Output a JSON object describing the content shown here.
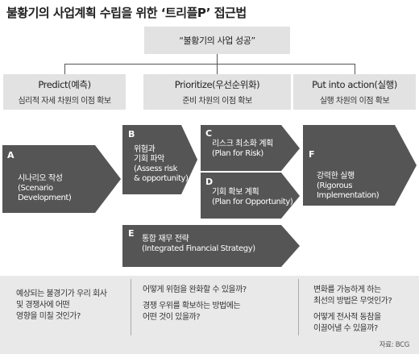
{
  "title": "불황기의 사업계획 수립을 위한 ‘트리플P’ 접근법",
  "top_box": "“불황기의 사업 성공”",
  "columns": [
    {
      "title": "Predict(예측)",
      "subtitle": "심리적 자세 차원의 이점 확보"
    },
    {
      "title": "Prioritize(우선순위화)",
      "subtitle": "준비 차원의 이점 확보"
    },
    {
      "title": "Put into action(실행)",
      "subtitle": "실행 차원의 이점 확보"
    }
  ],
  "boxes": {
    "A": {
      "letter": "A",
      "lines": [
        "시나리오 작성",
        "(Scenario",
        "Development)"
      ]
    },
    "B": {
      "letter": "B",
      "lines": [
        "위험과",
        "기회 파악",
        "(Assess risk",
        "& opportunity)"
      ]
    },
    "C": {
      "letter": "C",
      "lines": [
        "리스크 최소화 계획",
        "(Plan for Risk)"
      ]
    },
    "D": {
      "letter": "D",
      "lines": [
        "기회 확보 계획",
        "(Plan for Opportunity)"
      ]
    },
    "E": {
      "letter": "E",
      "lines": [
        "통합 재무 전략",
        "(Integrated Financial Strategy)"
      ]
    },
    "F": {
      "letter": "F",
      "lines": [
        "강력한 실행",
        "(Rigorous",
        "Implementation)"
      ]
    }
  },
  "questions": [
    [
      "예상되는 불경기가 우리 회사",
      "및 경쟁사에 어떤",
      "영향을 미칠 것인가?"
    ],
    [
      "어떻게 위험을 완화할 수 있을까?",
      "",
      "경쟁 우위를 확보하는 방법에는",
      "어떤 것이 있을까?"
    ],
    [
      "변화를 가능하게 하는",
      "최선의 방법은 무엇인가?",
      "",
      "어떻게 전사적 동참을",
      "이끌어낼 수 있을까?"
    ]
  ],
  "source": "자료: BCG",
  "colors": {
    "dark_box": "#555555",
    "light_box": "#e2e2e2",
    "band": "#e9e9e9"
  }
}
